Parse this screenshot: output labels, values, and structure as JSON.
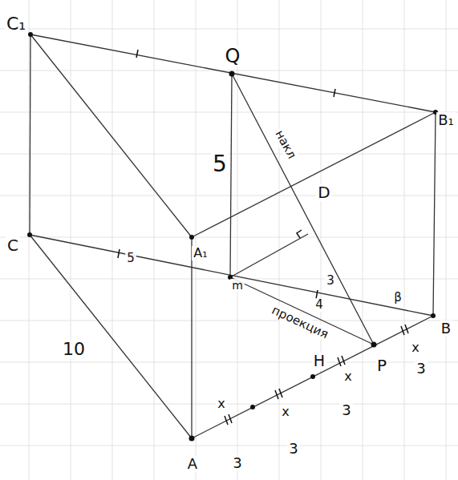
{
  "diagram": {
    "labels": [
      "C₁",
      "Q",
      "B₁",
      "5",
      "накл",
      "D",
      "A₁",
      "C",
      "5",
      "m",
      "3",
      "4",
      "проекция",
      "β",
      "B",
      "10",
      "x",
      "x",
      "H",
      "x",
      "P",
      "x",
      "A",
      "3",
      "3",
      "3",
      "3"
    ]
  }
}
